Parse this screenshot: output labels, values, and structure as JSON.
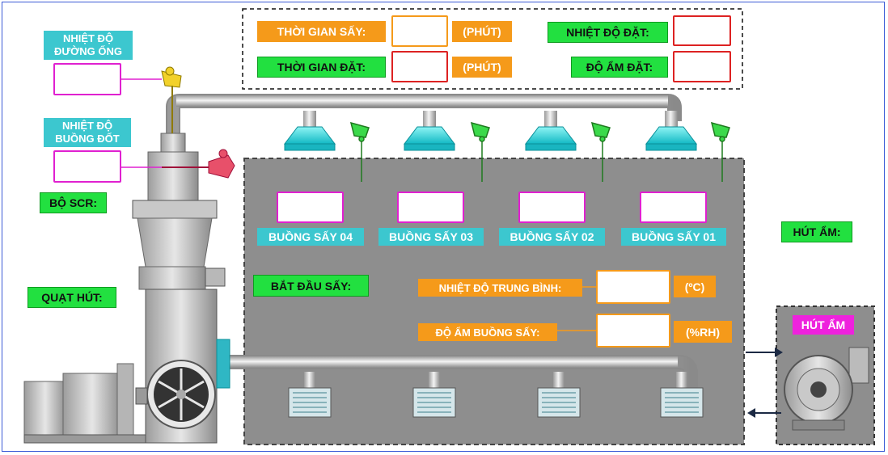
{
  "top_panel": {
    "time_dry_label": "THỜI GIAN SẤY:",
    "time_set_label": "THỜI GIAN ĐẶT:",
    "unit_minute_1": "(PHÚT)",
    "unit_minute_2": "(PHÚT)",
    "temp_set_label": "NHIỆT ĐỘ ĐẶT:",
    "humidity_set_label": "ĐỘ ẨM ĐẶT:"
  },
  "left": {
    "pipe_temp_label_1": "NHIỆT ĐỘ",
    "pipe_temp_label_2": "ĐƯỜNG ỐNG",
    "burner_temp_label_1": "NHIỆT ĐỘ",
    "burner_temp_label_2": "BUỒNG ĐỐT",
    "scr_label": "BỘ SCR:",
    "fan_label": "QUẠT HÚT:"
  },
  "chambers": [
    "BUỒNG SẤY 04",
    "BUỒNG SẤY 03",
    "BUỒNG SẤY 02",
    "BUỒNG SẤY 01"
  ],
  "center": {
    "start_label": "BẮT ĐẦU SẤY:",
    "avg_temp_label": "NHIỆT ĐỘ TRUNG BÌNH:",
    "avg_temp_unit": "(ºC)",
    "humidity_label": "ĐỘ ẨM BUỒNG SẤY:",
    "humidity_unit": "(%RH)"
  },
  "right": {
    "exhaust_label": "HÚT ẨM:",
    "exhaust_unit_label": "HÚT ẨM"
  },
  "colors": {
    "green": "#22e040",
    "orange": "#f59a1a",
    "cyan": "#3cc7cf",
    "magenta": "#ee22dd",
    "chamber_gray": "#8e8e8e"
  }
}
